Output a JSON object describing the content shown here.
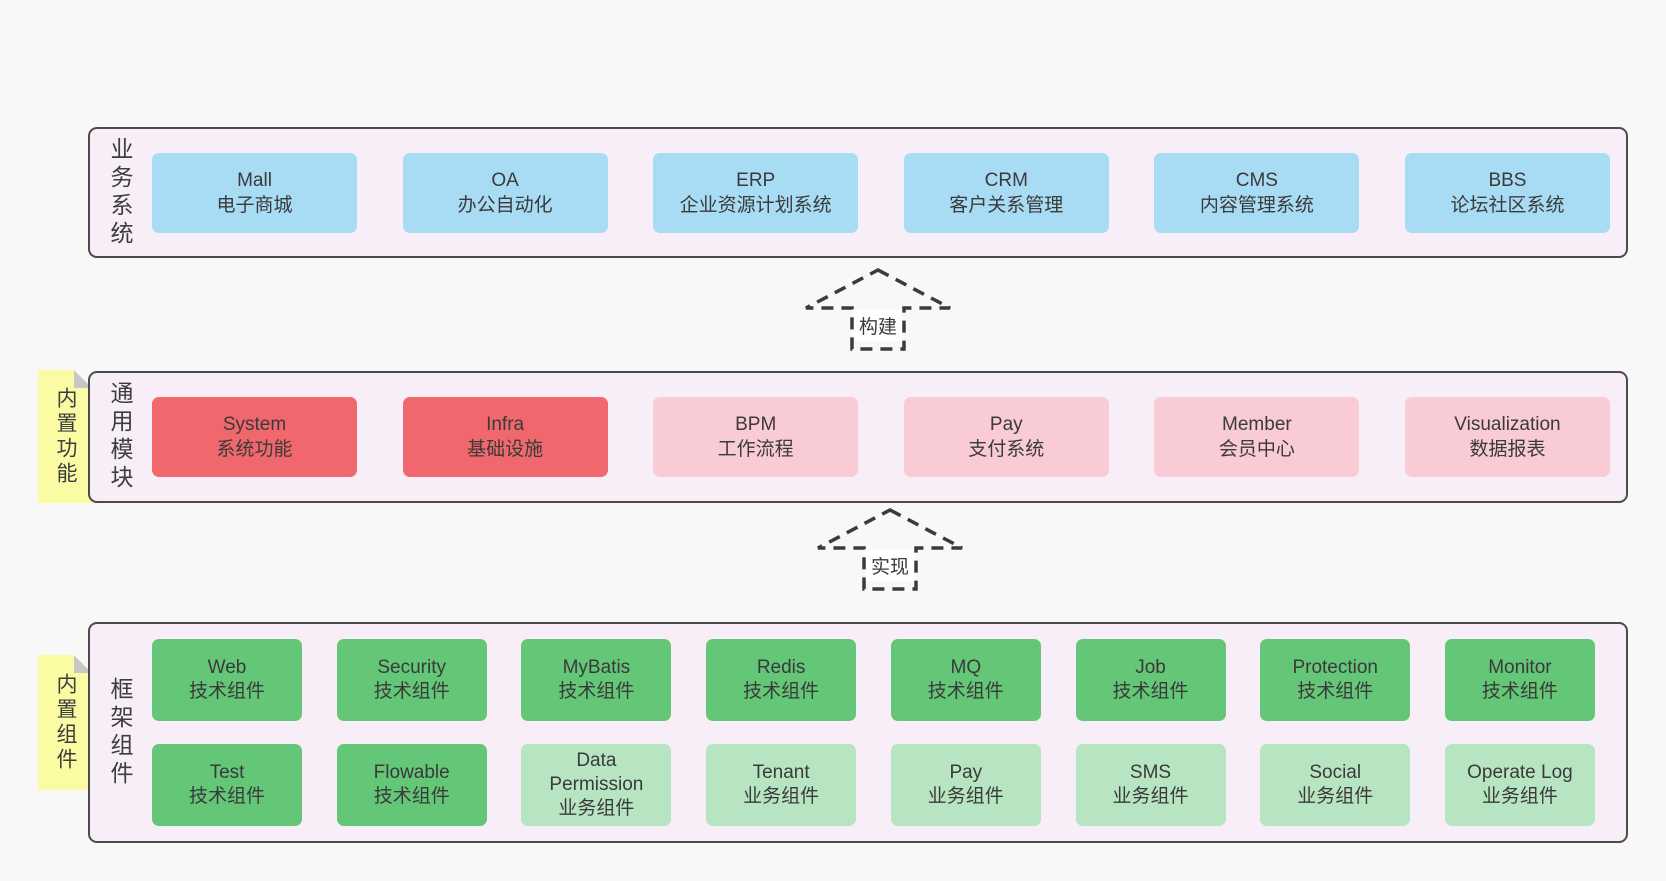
{
  "colors": {
    "page_background": "#f8f8f8",
    "section_background": "#f8eef7",
    "section_border": "#4b4b4b",
    "box_blue": "#a8dcf5",
    "box_red": "#f0686d",
    "box_pink": "#f9cbd4",
    "box_green": "#64c677",
    "box_green_light": "#b8e5c1",
    "note_yellow": "#fbfba4",
    "note_fold_gray": "#c7c7c7",
    "text": "#3a3a3a"
  },
  "sections": [
    {
      "label": "业务系统",
      "boxes": [
        {
          "title": "Mall",
          "subtitle": "电子商城",
          "variant": "blue"
        },
        {
          "title": "OA",
          "subtitle": "办公自动化",
          "variant": "blue"
        },
        {
          "title": "ERP",
          "subtitle": "企业资源计划系统",
          "variant": "blue"
        },
        {
          "title": "CRM",
          "subtitle": "客户关系管理",
          "variant": "blue"
        },
        {
          "title": "CMS",
          "subtitle": "内容管理系统",
          "variant": "blue"
        },
        {
          "title": "BBS",
          "subtitle": "论坛社区系统",
          "variant": "blue"
        }
      ]
    },
    {
      "label": "通用模块",
      "note": "内置功能",
      "boxes": [
        {
          "title": "System",
          "subtitle": "系统功能",
          "variant": "red"
        },
        {
          "title": "Infra",
          "subtitle": "基础设施",
          "variant": "red"
        },
        {
          "title": "BPM",
          "subtitle": "工作流程",
          "variant": "pink"
        },
        {
          "title": "Pay",
          "subtitle": "支付系统",
          "variant": "pink"
        },
        {
          "title": "Member",
          "subtitle": "会员中心",
          "variant": "pink"
        },
        {
          "title": "Visualization",
          "subtitle": "数据报表",
          "variant": "pink"
        }
      ]
    },
    {
      "label": "框架组件",
      "note": "内置组件",
      "rows": [
        [
          {
            "title": "Web",
            "subtitle": "技术组件",
            "variant": "green"
          },
          {
            "title": "Security",
            "subtitle": "技术组件",
            "variant": "green"
          },
          {
            "title": "MyBatis",
            "subtitle": "技术组件",
            "variant": "green"
          },
          {
            "title": "Redis",
            "subtitle": "技术组件",
            "variant": "green"
          },
          {
            "title": "MQ",
            "subtitle": "技术组件",
            "variant": "green"
          },
          {
            "title": "Job",
            "subtitle": "技术组件",
            "variant": "green"
          },
          {
            "title": "Protection",
            "subtitle": "技术组件",
            "variant": "green"
          },
          {
            "title": "Monitor",
            "subtitle": "技术组件",
            "variant": "green"
          }
        ],
        [
          {
            "title": "Test",
            "subtitle": "技术组件",
            "variant": "green"
          },
          {
            "title": "Flowable",
            "subtitle": "技术组件",
            "variant": "green"
          },
          {
            "title": "Data Permission",
            "subtitle": "业务组件",
            "variant": "green-light"
          },
          {
            "title": "Tenant",
            "subtitle": "业务组件",
            "variant": "green-light"
          },
          {
            "title": "Pay",
            "subtitle": "业务组件",
            "variant": "green-light"
          },
          {
            "title": "SMS",
            "subtitle": "业务组件",
            "variant": "green-light"
          },
          {
            "title": "Social",
            "subtitle": "业务组件",
            "variant": "green-light"
          },
          {
            "title": "Operate Log",
            "subtitle": "业务组件",
            "variant": "green-light"
          }
        ]
      ]
    }
  ],
  "arrows": [
    {
      "label": "构建"
    },
    {
      "label": "实现"
    }
  ]
}
